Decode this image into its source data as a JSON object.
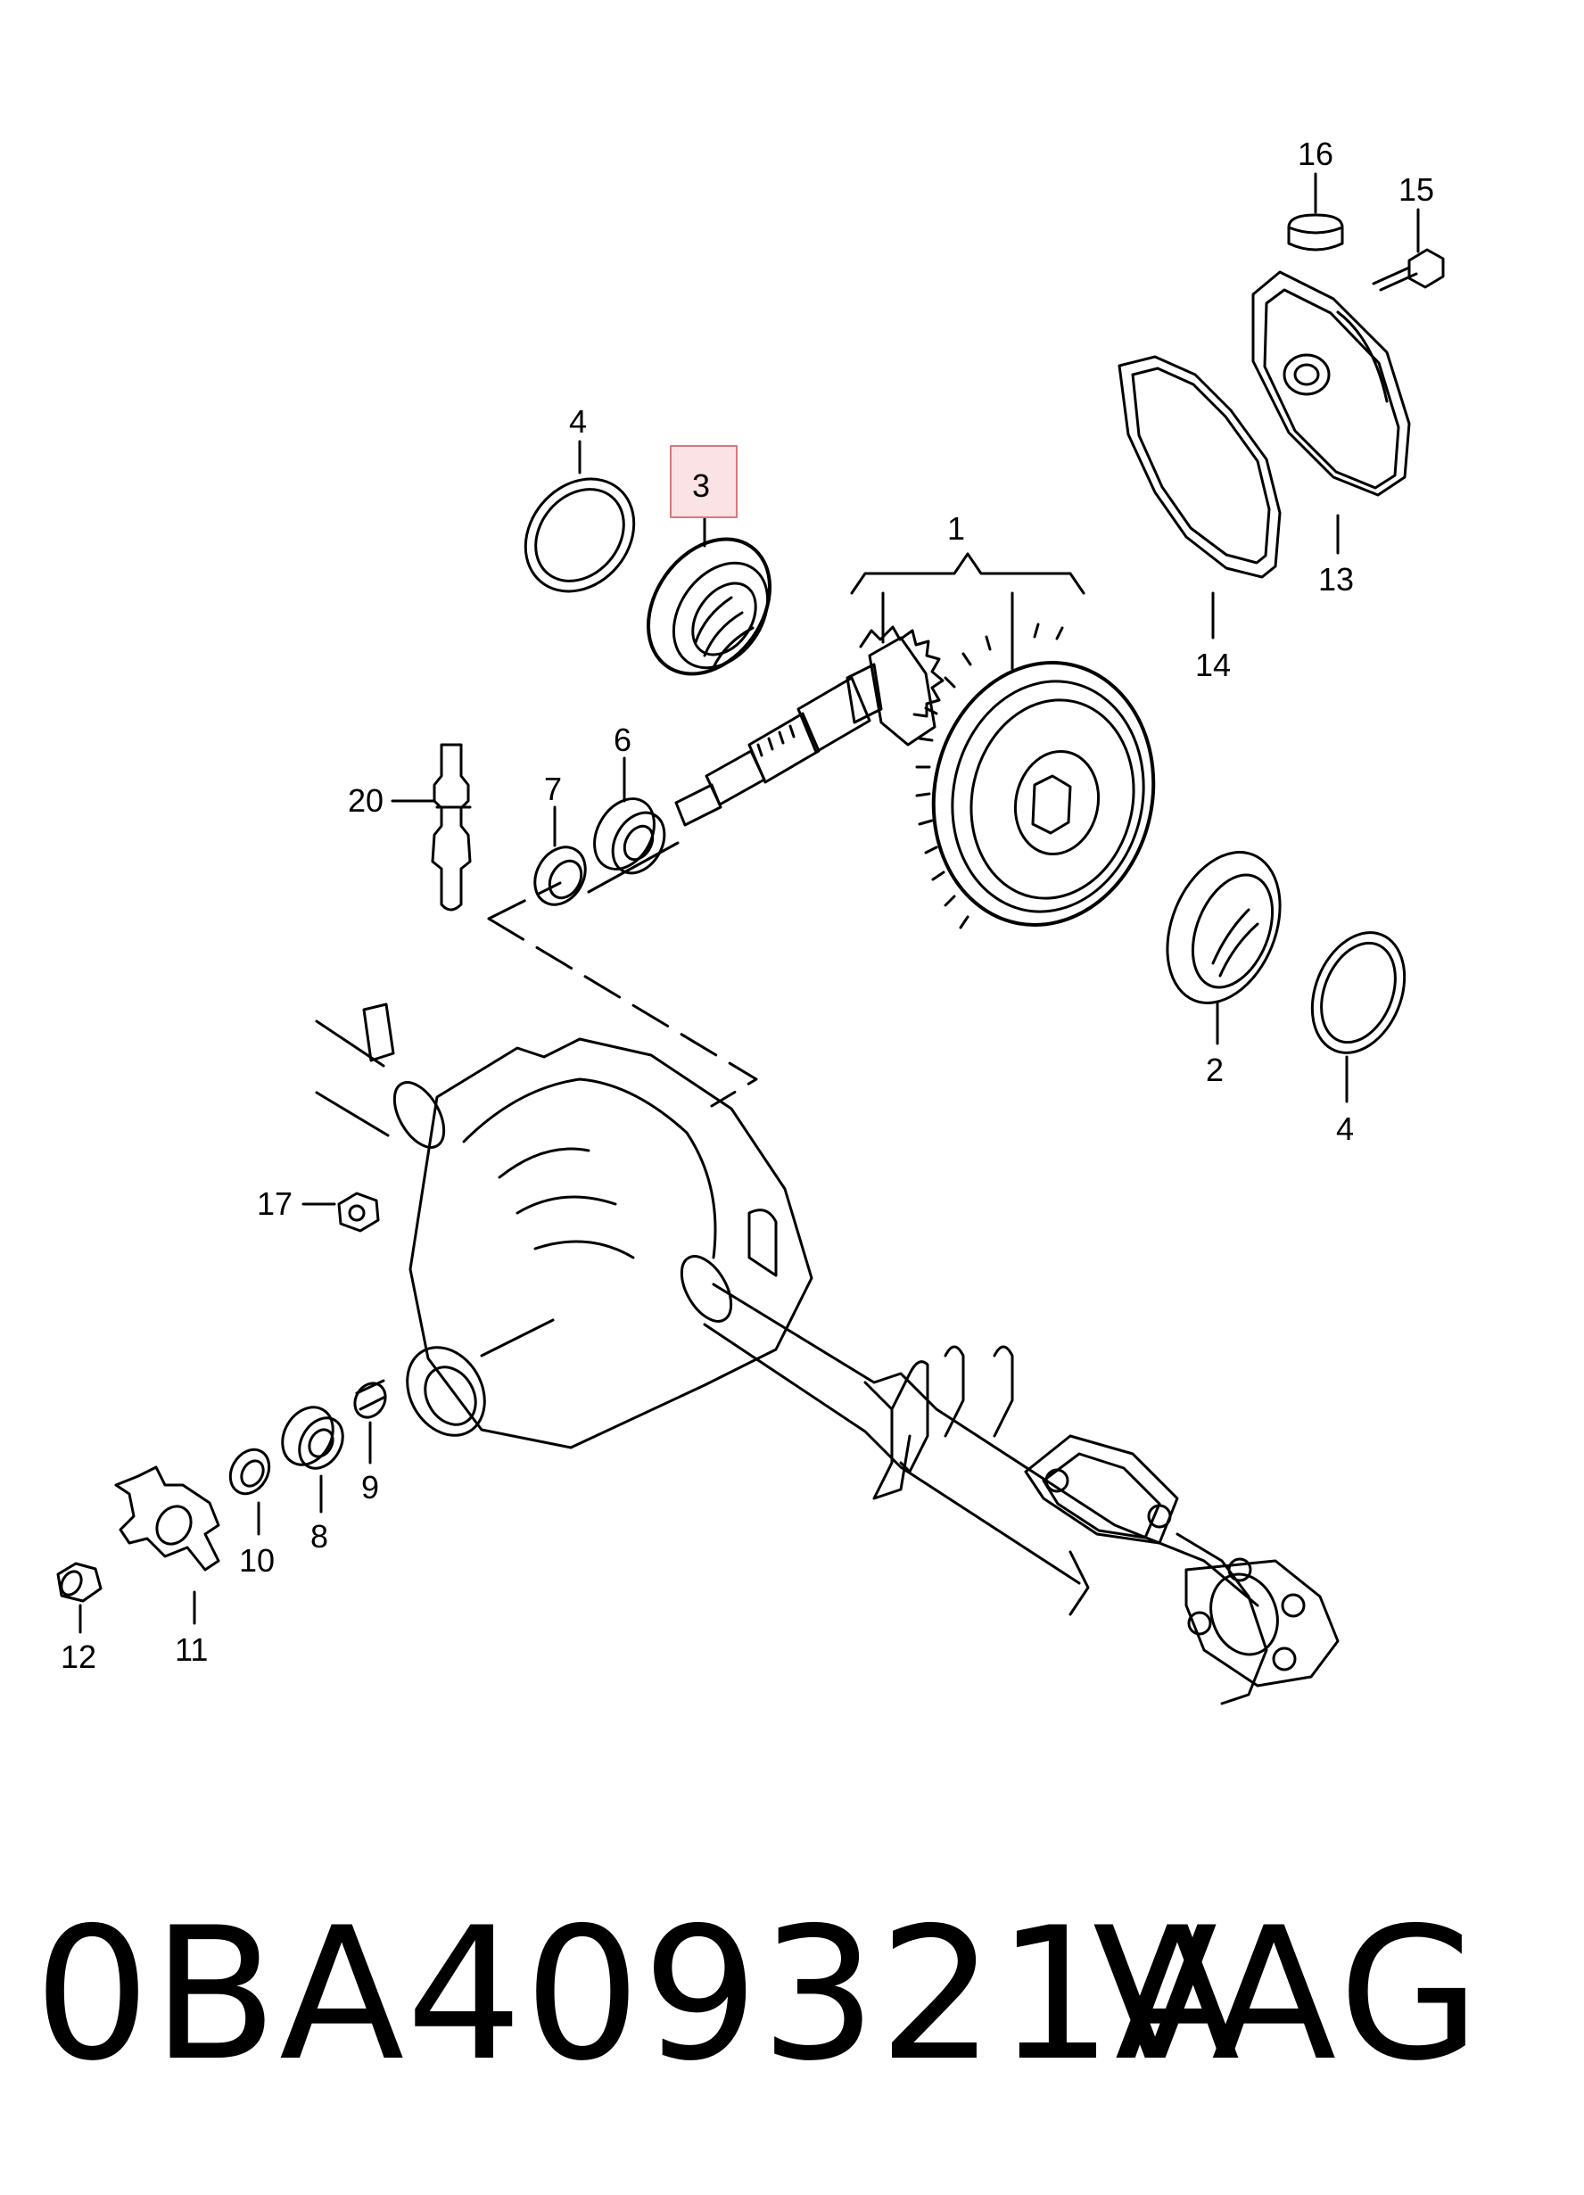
{
  "callouts": [
    {
      "id": "c1",
      "number": "1"
    },
    {
      "id": "c2",
      "number": "2"
    },
    {
      "id": "c3",
      "number": "3",
      "highlighted": true
    },
    {
      "id": "c4a",
      "number": "4"
    },
    {
      "id": "c4b",
      "number": "4"
    },
    {
      "id": "c6",
      "number": "6"
    },
    {
      "id": "c7",
      "number": "7"
    },
    {
      "id": "c8",
      "number": "8"
    },
    {
      "id": "c9",
      "number": "9"
    },
    {
      "id": "c10",
      "number": "10"
    },
    {
      "id": "c11",
      "number": "11"
    },
    {
      "id": "c12",
      "number": "12"
    },
    {
      "id": "c13",
      "number": "13"
    },
    {
      "id": "c14",
      "number": "14"
    },
    {
      "id": "c15",
      "number": "15"
    },
    {
      "id": "c16",
      "number": "16"
    },
    {
      "id": "c17",
      "number": "17"
    },
    {
      "id": "c20",
      "number": "20"
    }
  ],
  "highlight_color": "#d9777f",
  "highlight_fill": "#fbe3e5",
  "footer": {
    "part_number": "0BA409321A",
    "brand": "VAG"
  }
}
